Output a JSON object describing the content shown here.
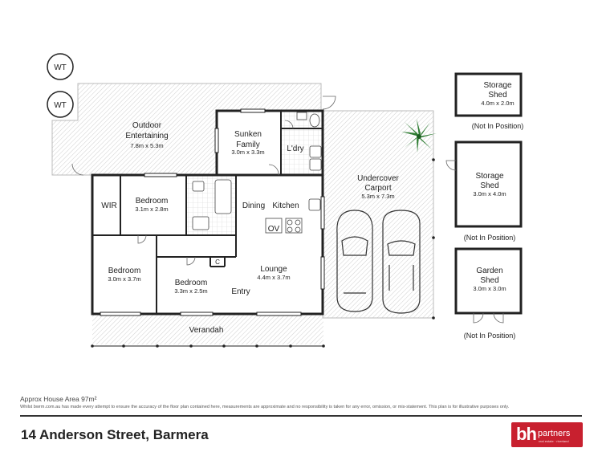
{
  "rooms": {
    "outdoor": {
      "name_1": "Outdoor",
      "name_2": "Entertaining",
      "size": "7.8m x 5.3m"
    },
    "sunken": {
      "name_1": "Sunken",
      "name_2": "Family",
      "size": "3.0m x 3.3m"
    },
    "laundry": {
      "name": "L'dry"
    },
    "wir": {
      "name": "WIR"
    },
    "bedroom1": {
      "name": "Bedroom",
      "size": "3.1m x 2.8m"
    },
    "dining": {
      "name": "Dining"
    },
    "kitchen": {
      "name": "Kitchen"
    },
    "oven": {
      "name": "OV"
    },
    "bedroom2": {
      "name": "Bedroom",
      "size": "3.0m x 3.7m"
    },
    "bedroom3": {
      "name": "Bedroom",
      "size": "3.3m x 2.5m"
    },
    "cupboard": {
      "name": "C"
    },
    "lounge": {
      "name": "Lounge",
      "size": "4.4m x 3.7m"
    },
    "entry": {
      "name": "Entry"
    },
    "verandah": {
      "name": "Verandah"
    },
    "carport": {
      "name_1": "Undercover",
      "name_2": "Carport",
      "size": "5.3m x 7.3m"
    },
    "water_tank_1": {
      "name": "WT"
    },
    "water_tank_2": {
      "name": "WT"
    }
  },
  "sheds": [
    {
      "name_1": "Storage",
      "name_2": "Shed",
      "size": "4.0m x 2.0m",
      "note": "(Not In Position)"
    },
    {
      "name_1": "Storage",
      "name_2": "Shed",
      "size": "3.0m x 4.0m",
      "note": "(Not In Position)"
    },
    {
      "name_1": "Garden",
      "name_2": "Shed",
      "size": "3.0m x 3.0m",
      "note": "(Not In Position)"
    }
  ],
  "footer": {
    "area": "Approx House Area 97m²",
    "disclaimer": "Whilst bwrm.com.au has made every attempt to ensure the accuracy of the floor plan contained here, measurements are approximate and no responsibility is taken for any error, omission, or mis-statement. This plan is for illustrative purposes only.",
    "address": "14 Anderson Street, Barmera"
  },
  "logo": {
    "mark": "bh",
    "text": "partners",
    "tagline": "real estate · riverland"
  },
  "colors": {
    "wall": "#222222",
    "hatch": "#c9c9c9",
    "brand_red": "#c8202f"
  }
}
